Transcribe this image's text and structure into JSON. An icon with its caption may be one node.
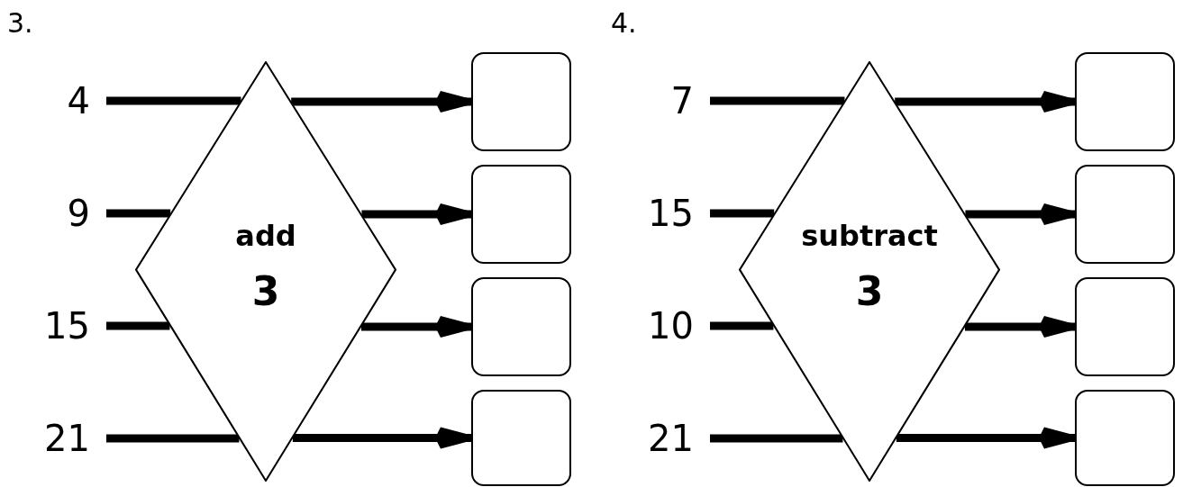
{
  "diagram": {
    "nodes": [
      {
        "text": [
          "4"
        ]
      },
      {
        "text": [
          "9"
        ]
      },
      {
        "text": [
          "15"
        ]
      },
      {
        "text": [
          "21"
        ]
      },
      {
        "text": [
          "add",
          "3"
        ]
      },
      {
        "text": [],
        "shape": "box"
      },
      {
        "text": [],
        "shape": "box"
      },
      {
        "text": [],
        "shape": "box"
      },
      {
        "text": [],
        "shape": "box"
      },
      {
        "text": [
          "7"
        ]
      },
      {
        "text": [
          "15"
        ]
      },
      {
        "text": [
          "10"
        ]
      },
      {
        "text": [
          "21"
        ]
      },
      {
        "text": [
          "subtract",
          "3"
        ]
      },
      {
        "text": [],
        "shape": "box"
      },
      {
        "text": [],
        "shape": "box"
      },
      {
        "text": [],
        "shape": "box"
      },
      {
        "text": [],
        "shape": "box"
      }
    ],
    "edges": [
      {
        "from": 0,
        "to": 4,
        "arrow": "none"
      },
      {
        "from": 1,
        "to": 4,
        "arrow": "none"
      },
      {
        "from": 2,
        "to": 4,
        "arrow": "none"
      },
      {
        "from": 3,
        "to": 4,
        "arrow": "none"
      },
      {
        "from": 4,
        "to": 5,
        "arrow": "to"
      },
      {
        "from": 4,
        "to": 6,
        "arrow": "to"
      },
      {
        "from": 4,
        "to": 7,
        "arrow": "to"
      },
      {
        "from": 4,
        "to": 8,
        "arrow": "to"
      },
      {
        "from": 9,
        "to": 13,
        "arrow": "none"
      },
      {
        "from": 10,
        "to": 13,
        "arrow": "none"
      },
      {
        "from": 11,
        "to": 13,
        "arrow": "none"
      },
      {
        "from": 12,
        "to": 13,
        "arrow": "none"
      },
      {
        "from": 13,
        "to": 14,
        "arrow": "to"
      },
      {
        "from": 13,
        "to": 15,
        "arrow": "to"
      },
      {
        "from": 13,
        "to": 16,
        "arrow": "to"
      },
      {
        "from": 13,
        "to": 17,
        "arrow": "to"
      }
    ],
    "labels": [
      "3.",
      "4."
    ]
  }
}
